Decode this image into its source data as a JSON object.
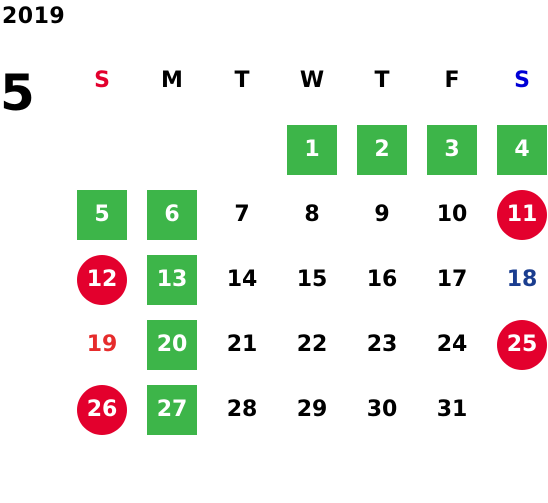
{
  "calendar": {
    "year": "2019",
    "month": "5",
    "weekdays": [
      {
        "label": "S",
        "color": "#e3002d"
      },
      {
        "label": "M",
        "color": "#000000"
      },
      {
        "label": "T",
        "color": "#000000"
      },
      {
        "label": "W",
        "color": "#000000"
      },
      {
        "label": "T",
        "color": "#000000"
      },
      {
        "label": "F",
        "color": "#000000"
      },
      {
        "label": "S",
        "color": "#0000d6"
      }
    ],
    "colors": {
      "green": "#3db549",
      "red": "#e3002d",
      "sunday_text": "#e62c2c",
      "saturday_text": "#1a3d8f"
    },
    "days": [
      {
        "n": "1",
        "style": "green"
      },
      {
        "n": "2",
        "style": "green"
      },
      {
        "n": "3",
        "style": "green"
      },
      {
        "n": "4",
        "style": "green"
      },
      {
        "n": "5",
        "style": "green"
      },
      {
        "n": "6",
        "style": "green"
      },
      {
        "n": "7",
        "style": "plain"
      },
      {
        "n": "8",
        "style": "plain"
      },
      {
        "n": "9",
        "style": "plain"
      },
      {
        "n": "10",
        "style": "plain"
      },
      {
        "n": "11",
        "style": "red"
      },
      {
        "n": "12",
        "style": "red"
      },
      {
        "n": "13",
        "style": "green"
      },
      {
        "n": "14",
        "style": "plain"
      },
      {
        "n": "15",
        "style": "plain"
      },
      {
        "n": "16",
        "style": "plain"
      },
      {
        "n": "17",
        "style": "plain"
      },
      {
        "n": "18",
        "style": "blue-text"
      },
      {
        "n": "19",
        "style": "red-text"
      },
      {
        "n": "20",
        "style": "green"
      },
      {
        "n": "21",
        "style": "plain"
      },
      {
        "n": "22",
        "style": "plain"
      },
      {
        "n": "23",
        "style": "plain"
      },
      {
        "n": "24",
        "style": "plain"
      },
      {
        "n": "25",
        "style": "red"
      },
      {
        "n": "26",
        "style": "red"
      },
      {
        "n": "27",
        "style": "green"
      },
      {
        "n": "28",
        "style": "plain"
      },
      {
        "n": "29",
        "style": "plain"
      },
      {
        "n": "30",
        "style": "plain"
      },
      {
        "n": "31",
        "style": "plain"
      }
    ]
  }
}
